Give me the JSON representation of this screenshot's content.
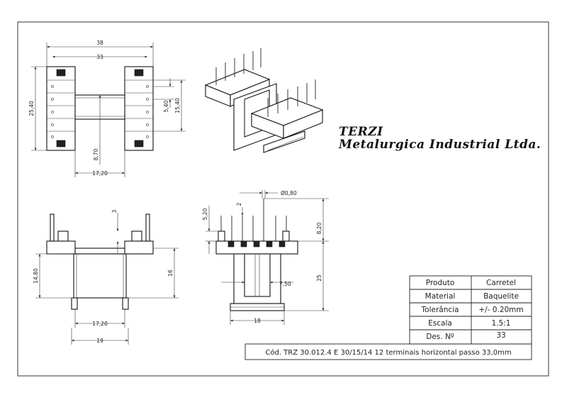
{
  "company": {
    "line1": "TERZI",
    "line2": "Metalurgica Industrial Ltda."
  },
  "top_view": {
    "dim_overall_width": "38",
    "dim_pin_span": "33",
    "dim_height": "25,40",
    "dim_pitch": "5,40",
    "dim_row_height": "15,40",
    "dim_center": "8,70",
    "dim_inner_width": "17,20"
  },
  "front_view": {
    "dim_pin_length": "3",
    "dim_height_left": "14,80",
    "dim_height_right": "16",
    "dim_inner_width": "17,20",
    "dim_overall_width": "19"
  },
  "side_view": {
    "dim_pin_diameter": "Ø0,80",
    "dim_top": "5,20",
    "dim_pin_gap": "2",
    "dim_pin_length": "8,20",
    "dim_core": "7,50",
    "dim_height": "25",
    "dim_base": "18"
  },
  "title_block": {
    "rows": [
      {
        "label": "Produto",
        "value": "Carretel"
      },
      {
        "label": "Material",
        "value": "Baquelite"
      },
      {
        "label": "Tolerância",
        "value": "+/- 0.20mm"
      },
      {
        "label": "Escala",
        "value": "1.5:1"
      },
      {
        "label": "Des. Nº",
        "value": "33"
      }
    ],
    "code": "Cód. TRZ 30.012.4 E 30/15/14 12 terminais horizontal passo 33,0mm"
  }
}
